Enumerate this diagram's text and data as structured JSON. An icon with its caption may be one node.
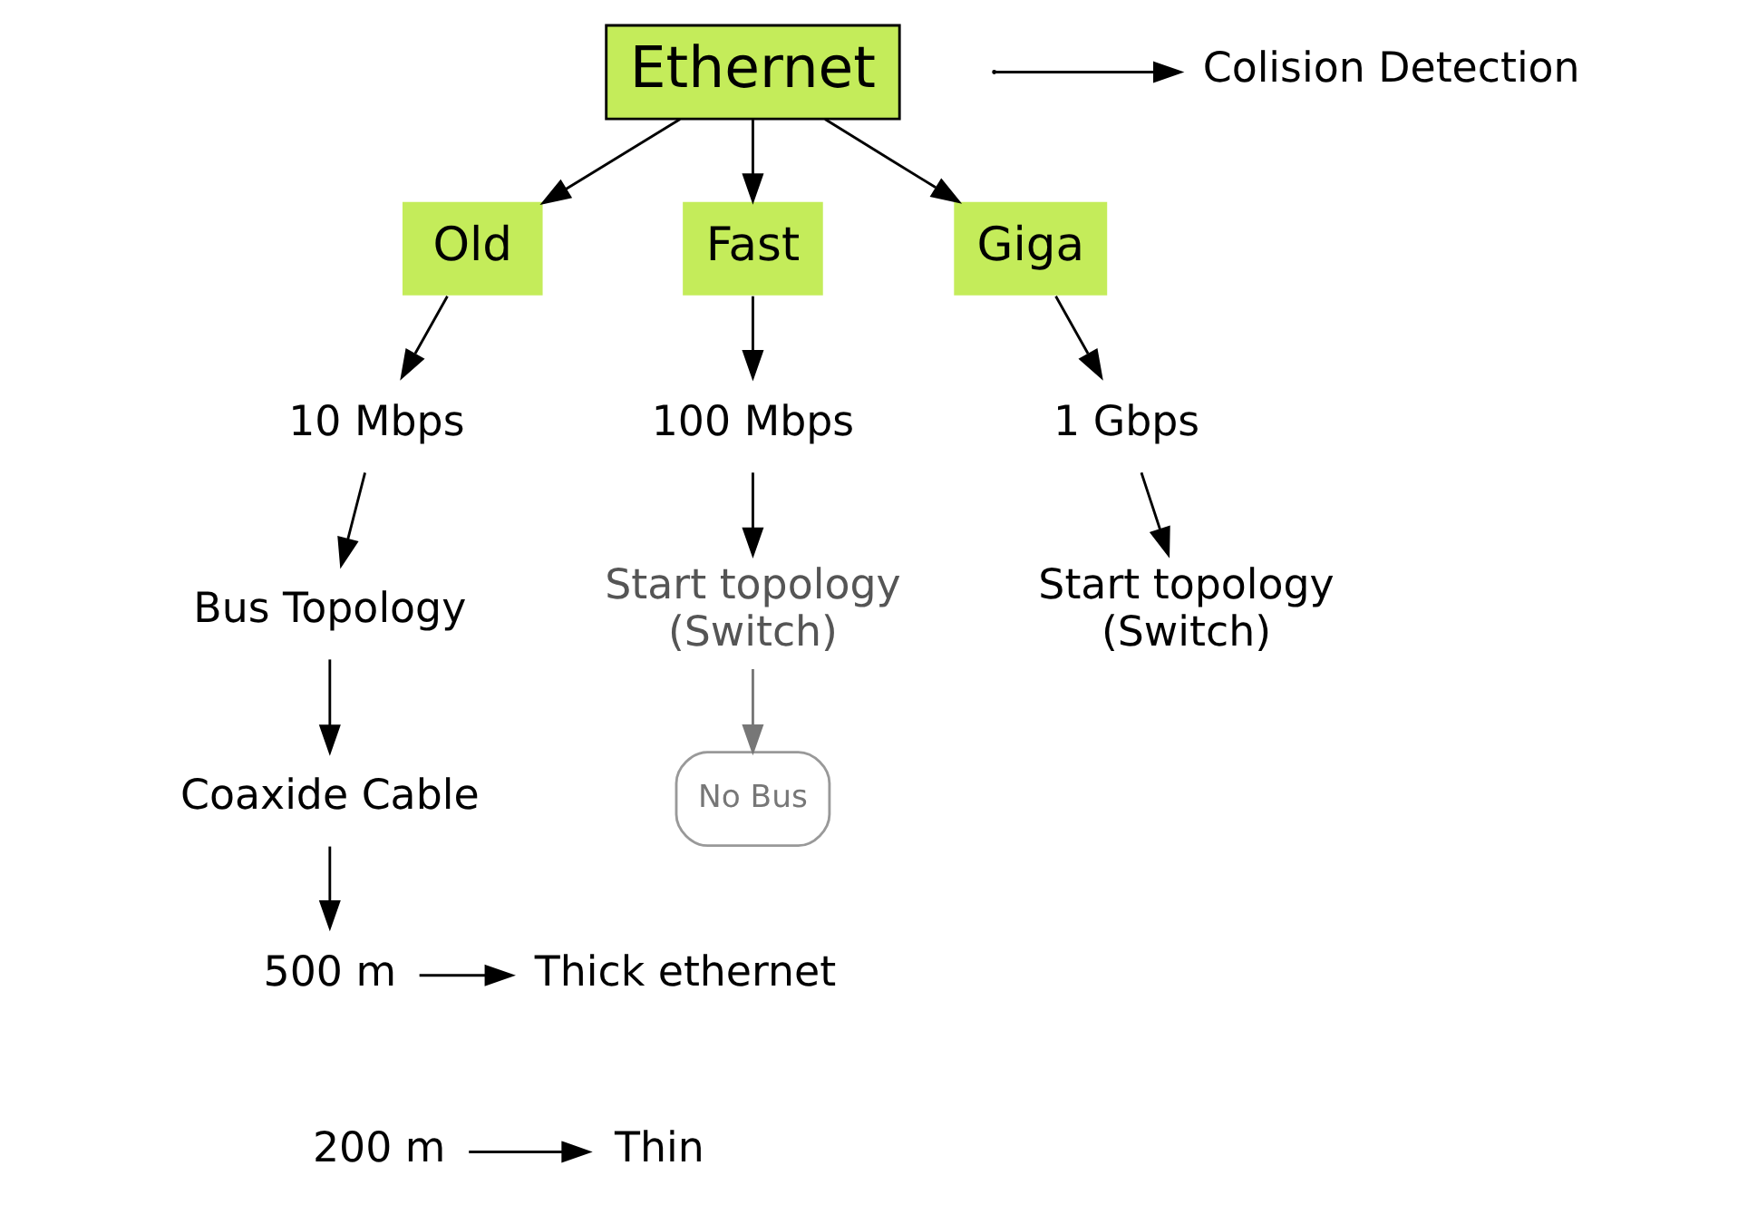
{
  "diagram": {
    "nodes": [
      {
        "text": [
          "Ethernet"
        ]
      },
      {
        "text": [
          "Old"
        ]
      },
      {
        "text": [
          "Fast"
        ]
      },
      {
        "text": [
          "Giga"
        ]
      },
      {
        "text": [
          "10 Mbps"
        ]
      },
      {
        "text": [
          "100 Mbps"
        ]
      },
      {
        "text": [
          "1 Gbps"
        ]
      },
      {
        "text": [
          "Bus Topology"
        ]
      },
      {
        "text": [
          "Start topology",
          "(Switch)"
        ]
      },
      {
        "text": [
          "Start topology",
          "(Switch)"
        ]
      },
      {
        "text": [
          "No Bus"
        ]
      },
      {
        "text": [
          "Coaxide Cable"
        ]
      },
      {
        "text": [
          "500 m"
        ]
      },
      {
        "text": [
          "Thick ethernet"
        ]
      },
      {
        "text": [
          "200 m"
        ]
      },
      {
        "text": [
          "Thin"
        ]
      },
      {
        "text": [
          "Colision Detection"
        ]
      }
    ],
    "edges": [
      {
        "from": 0,
        "to": 1,
        "arrow": "to"
      },
      {
        "from": 0,
        "to": 2,
        "arrow": "to"
      },
      {
        "from": 0,
        "to": 3,
        "arrow": "to"
      },
      {
        "from": 1,
        "to": 4,
        "arrow": "to"
      },
      {
        "from": 2,
        "to": 5,
        "arrow": "to"
      },
      {
        "from": 3,
        "to": 6,
        "arrow": "to"
      },
      {
        "from": 4,
        "to": 7,
        "arrow": "to"
      },
      {
        "from": 5,
        "to": 8,
        "arrow": "to"
      },
      {
        "from": 6,
        "to": 9,
        "arrow": "to"
      },
      {
        "from": 8,
        "to": 10,
        "arrow": "to",
        "color": "#777777"
      },
      {
        "from": 7,
        "to": 11,
        "arrow": "to"
      },
      {
        "from": 11,
        "to": 12,
        "arrow": "to"
      },
      {
        "from": 12,
        "to": 13,
        "arrow": "to"
      },
      {
        "from": 14,
        "to": 15,
        "arrow": "to"
      },
      {
        "from": null,
        "to": 16,
        "arrow": "to"
      }
    ]
  }
}
